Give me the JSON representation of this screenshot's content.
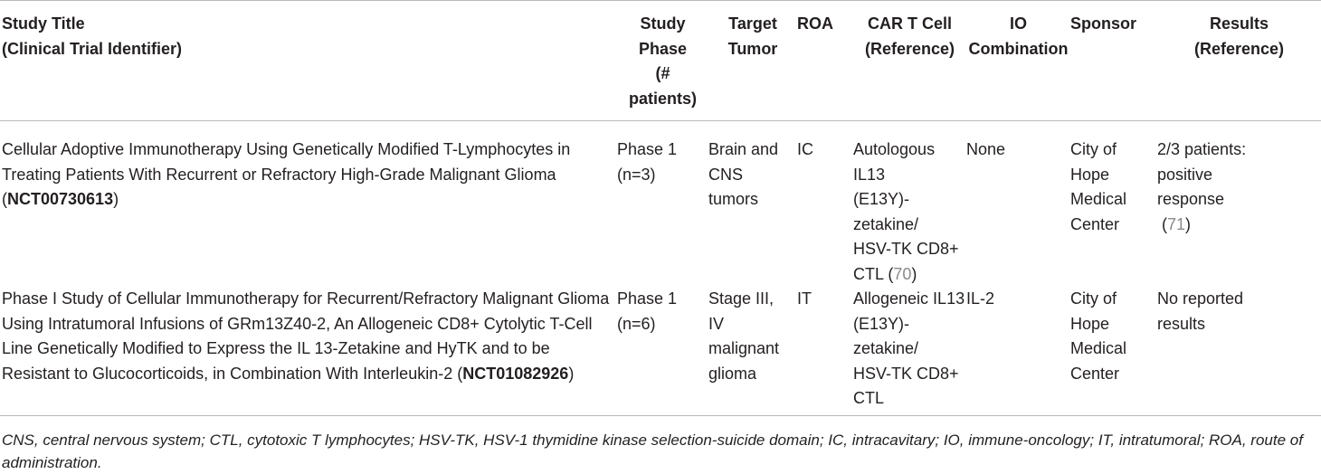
{
  "headers": {
    "title_line1": "Study Title",
    "title_line2": "(Clinical Trial Identifier)",
    "phase_line1": "Study",
    "phase_line2": "Phase",
    "phase_line3": "(#",
    "phase_line4": "patients)",
    "tumor_line1": "Target",
    "tumor_line2": "Tumor",
    "roa": "ROA",
    "car_line1": "CAR T Cell",
    "car_line2": "(Reference)",
    "io_line1": "IO",
    "io_line2": "Combination",
    "sponsor": "Sponsor",
    "results_line1": "Results",
    "results_line2": "(Reference)"
  },
  "rows": [
    {
      "title_text": "Cellular Adoptive Immunotherapy Using Genetically Modified T-Lymphocytes in Treating Patients With Recurrent or Refractory High-Grade Malignant Glioma (",
      "nct": "NCT00730613",
      "title_close": ")",
      "phase_line1": "Phase 1",
      "phase_line2": "(n=3)",
      "tumor_line1": "Brain and",
      "tumor_line2": "CNS",
      "tumor_line3": "tumors",
      "roa": "IC",
      "car_line1": "Autologous IL13",
      "car_line2": "(E13Y)-zetakine/",
      "car_line3": "HSV-TK CD8+",
      "car_line4_text": "CTL (",
      "car_ref": "70",
      "car_ref_close": ")",
      "io": "None",
      "sponsor_line1": "City of",
      "sponsor_line2": "Hope",
      "sponsor_line3": "Medical",
      "sponsor_line4": "Center",
      "results_line1": "2/3 patients:",
      "results_line2": "positive",
      "results_line3": "response",
      "results_ref_open": "(",
      "results_ref": "71",
      "results_ref_close": ")"
    },
    {
      "title_text": "Phase I Study of Cellular Immunotherapy for Recurrent/Refractory Malignant Glioma Using Intratumoral Infusions of GRm13Z40-2, An Allogeneic CD8+ Cytolytic T-Cell Line Genetically Modified to Express the IL 13-Zetakine and HyTK and to be Resistant to Glucocorticoids, in Combination With Interleukin-2 (",
      "nct": "NCT01082926",
      "title_close": ")",
      "phase_line1": "Phase 1",
      "phase_line2": "(n=6)",
      "tumor_line1": "Stage III,",
      "tumor_line2": "IV",
      "tumor_line3": "malignant",
      "tumor_line4": "glioma",
      "roa": "IT",
      "car_line1": "Allogeneic IL13",
      "car_line2": "(E13Y)- zetakine/",
      "car_line3": "HSV-TK CD8+",
      "car_line4": "CTL",
      "io": "IL-2",
      "sponsor_line1": "City of",
      "sponsor_line2": "Hope",
      "sponsor_line3": "Medical",
      "sponsor_line4": "Center",
      "results_line1": "No reported",
      "results_line2": "results"
    }
  ],
  "footnote": "CNS, central nervous system; CTL, cytotoxic T lymphocytes; HSV-TK, HSV-1 thymidine kinase selection-suicide domain; IC, intracavitary; IO, immune-oncology; IT, intratumoral; ROA, route of administration."
}
